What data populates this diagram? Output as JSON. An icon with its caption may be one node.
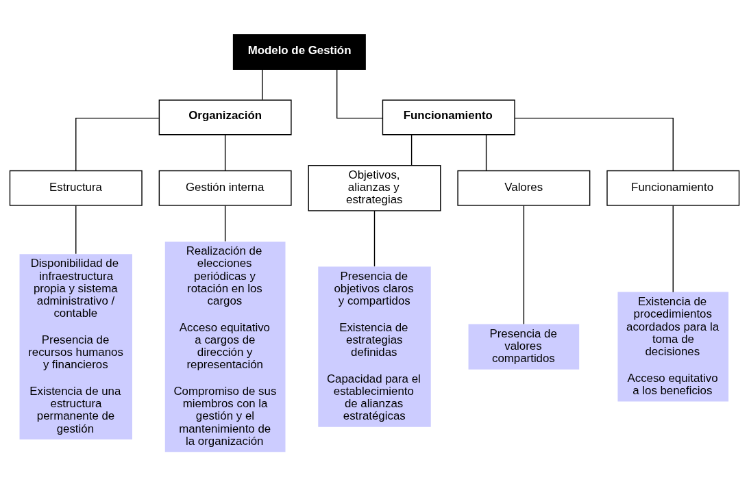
{
  "diagram": {
    "nodes": [
      {
        "text": [
          "Modelo de Gestión"
        ]
      },
      {
        "text": [
          "Organización"
        ]
      },
      {
        "text": [
          "Funcionamiento"
        ]
      },
      {
        "text": [
          "Estructura"
        ]
      },
      {
        "text": [
          "Gestión interna"
        ]
      },
      {
        "text": [
          "Objetivos, alianzas y estrategias"
        ]
      },
      {
        "text": [
          "Valores"
        ]
      },
      {
        "text": [
          "Funcionamiento"
        ]
      },
      {
        "text": [
          "Disponibilidad de infraestructura propia y sistema administrativo / contable",
          "Presencia de recursos humanos y financieros",
          "Existencia de una estructura permanente de gestión"
        ]
      },
      {
        "text": [
          "Realización de elecciones periódicas y rotación en los cargos",
          "Acceso equitativo a cargos de dirección y representación",
          "Compromiso de sus miembros con la gestión y el mantenimiento de la organización"
        ]
      },
      {
        "text": [
          "Presencia de objetivos claros y compartidos",
          "Existencia de estrategias definidas",
          "Capacidad para el establecimiento de alianzas estratégicas"
        ]
      },
      {
        "text": [
          "Presencia de valores compartidos"
        ]
      },
      {
        "text": [
          "Existencia de procedimientos acordados para la toma de decisiones",
          "Acceso equitativo a los beneficios"
        ]
      }
    ],
    "edges": [
      {
        "from": 0,
        "to": 1,
        "arrow": "none"
      },
      {
        "from": 0,
        "to": 2,
        "arrow": "none"
      },
      {
        "from": 1,
        "to": 3,
        "arrow": "none"
      },
      {
        "from": 1,
        "to": 4,
        "arrow": "none"
      },
      {
        "from": 2,
        "to": 5,
        "arrow": "none"
      },
      {
        "from": 2,
        "to": 6,
        "arrow": "none"
      },
      {
        "from": 2,
        "to": 7,
        "arrow": "none"
      },
      {
        "from": 3,
        "to": 8,
        "arrow": "none"
      },
      {
        "from": 4,
        "to": 9,
        "arrow": "none"
      },
      {
        "from": 5,
        "to": 10,
        "arrow": "none"
      },
      {
        "from": 6,
        "to": 11,
        "arrow": "none"
      },
      {
        "from": 7,
        "to": 12,
        "arrow": "none"
      }
    ]
  }
}
